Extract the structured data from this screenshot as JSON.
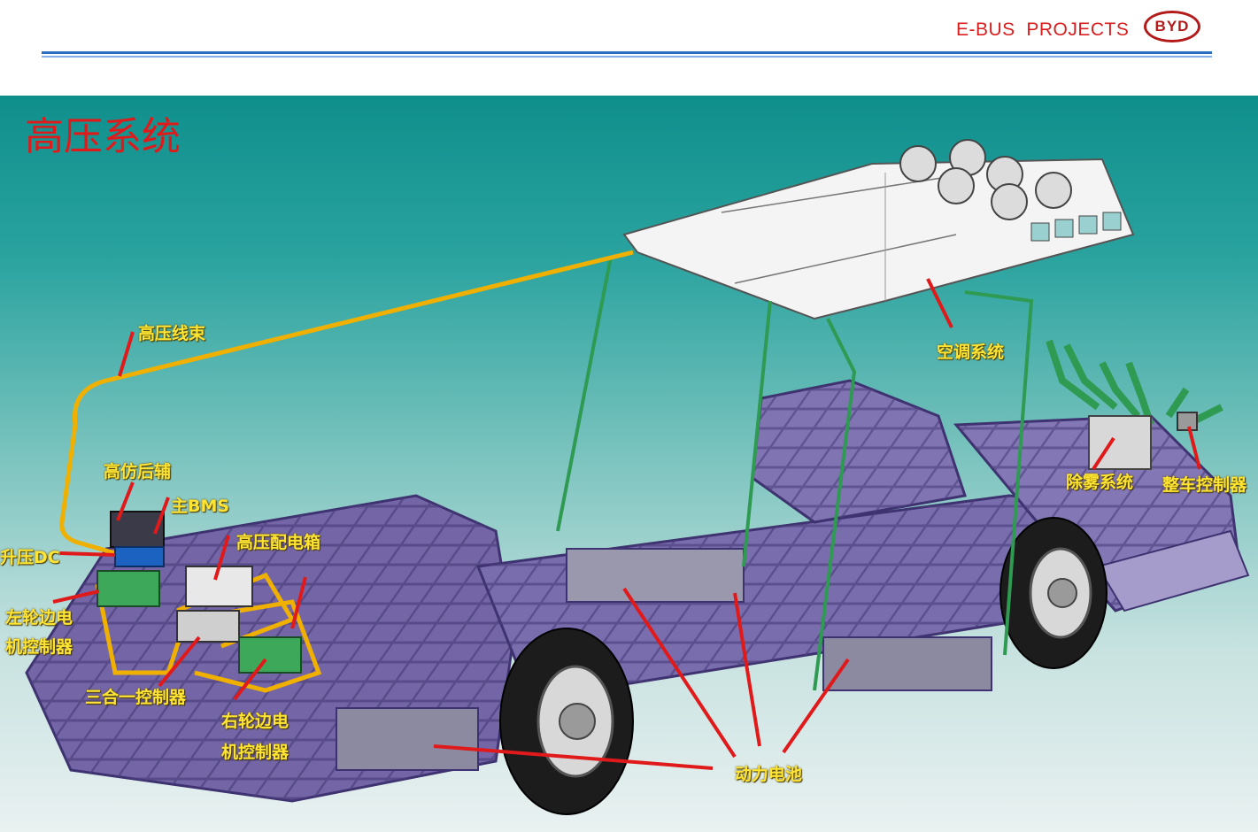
{
  "header": {
    "title": "E-BUS  PROJECTS",
    "logo_text": "BYD"
  },
  "section_title": "高压系统",
  "labels": {
    "harness": "高压线束",
    "aircon": "空调系统",
    "aux": "高仿后辅",
    "main_bms": "主BMS",
    "boost_dc": "升压DC",
    "pdu": "高压配电箱",
    "left_motor_1": "左轮边电",
    "left_motor_2": "机控制器",
    "three_in_one": "三合一控制器",
    "right_motor_1": "右轮边电",
    "right_motor_2": "机控制器",
    "battery": "动力电池",
    "defog": "除雾系统",
    "vcu": "整车控制器"
  },
  "colors": {
    "frame": "#7466a6",
    "harness": "#f0b000",
    "green_cable": "#2e9a52",
    "leader": "#e01a1a",
    "label": "#ffe433"
  }
}
